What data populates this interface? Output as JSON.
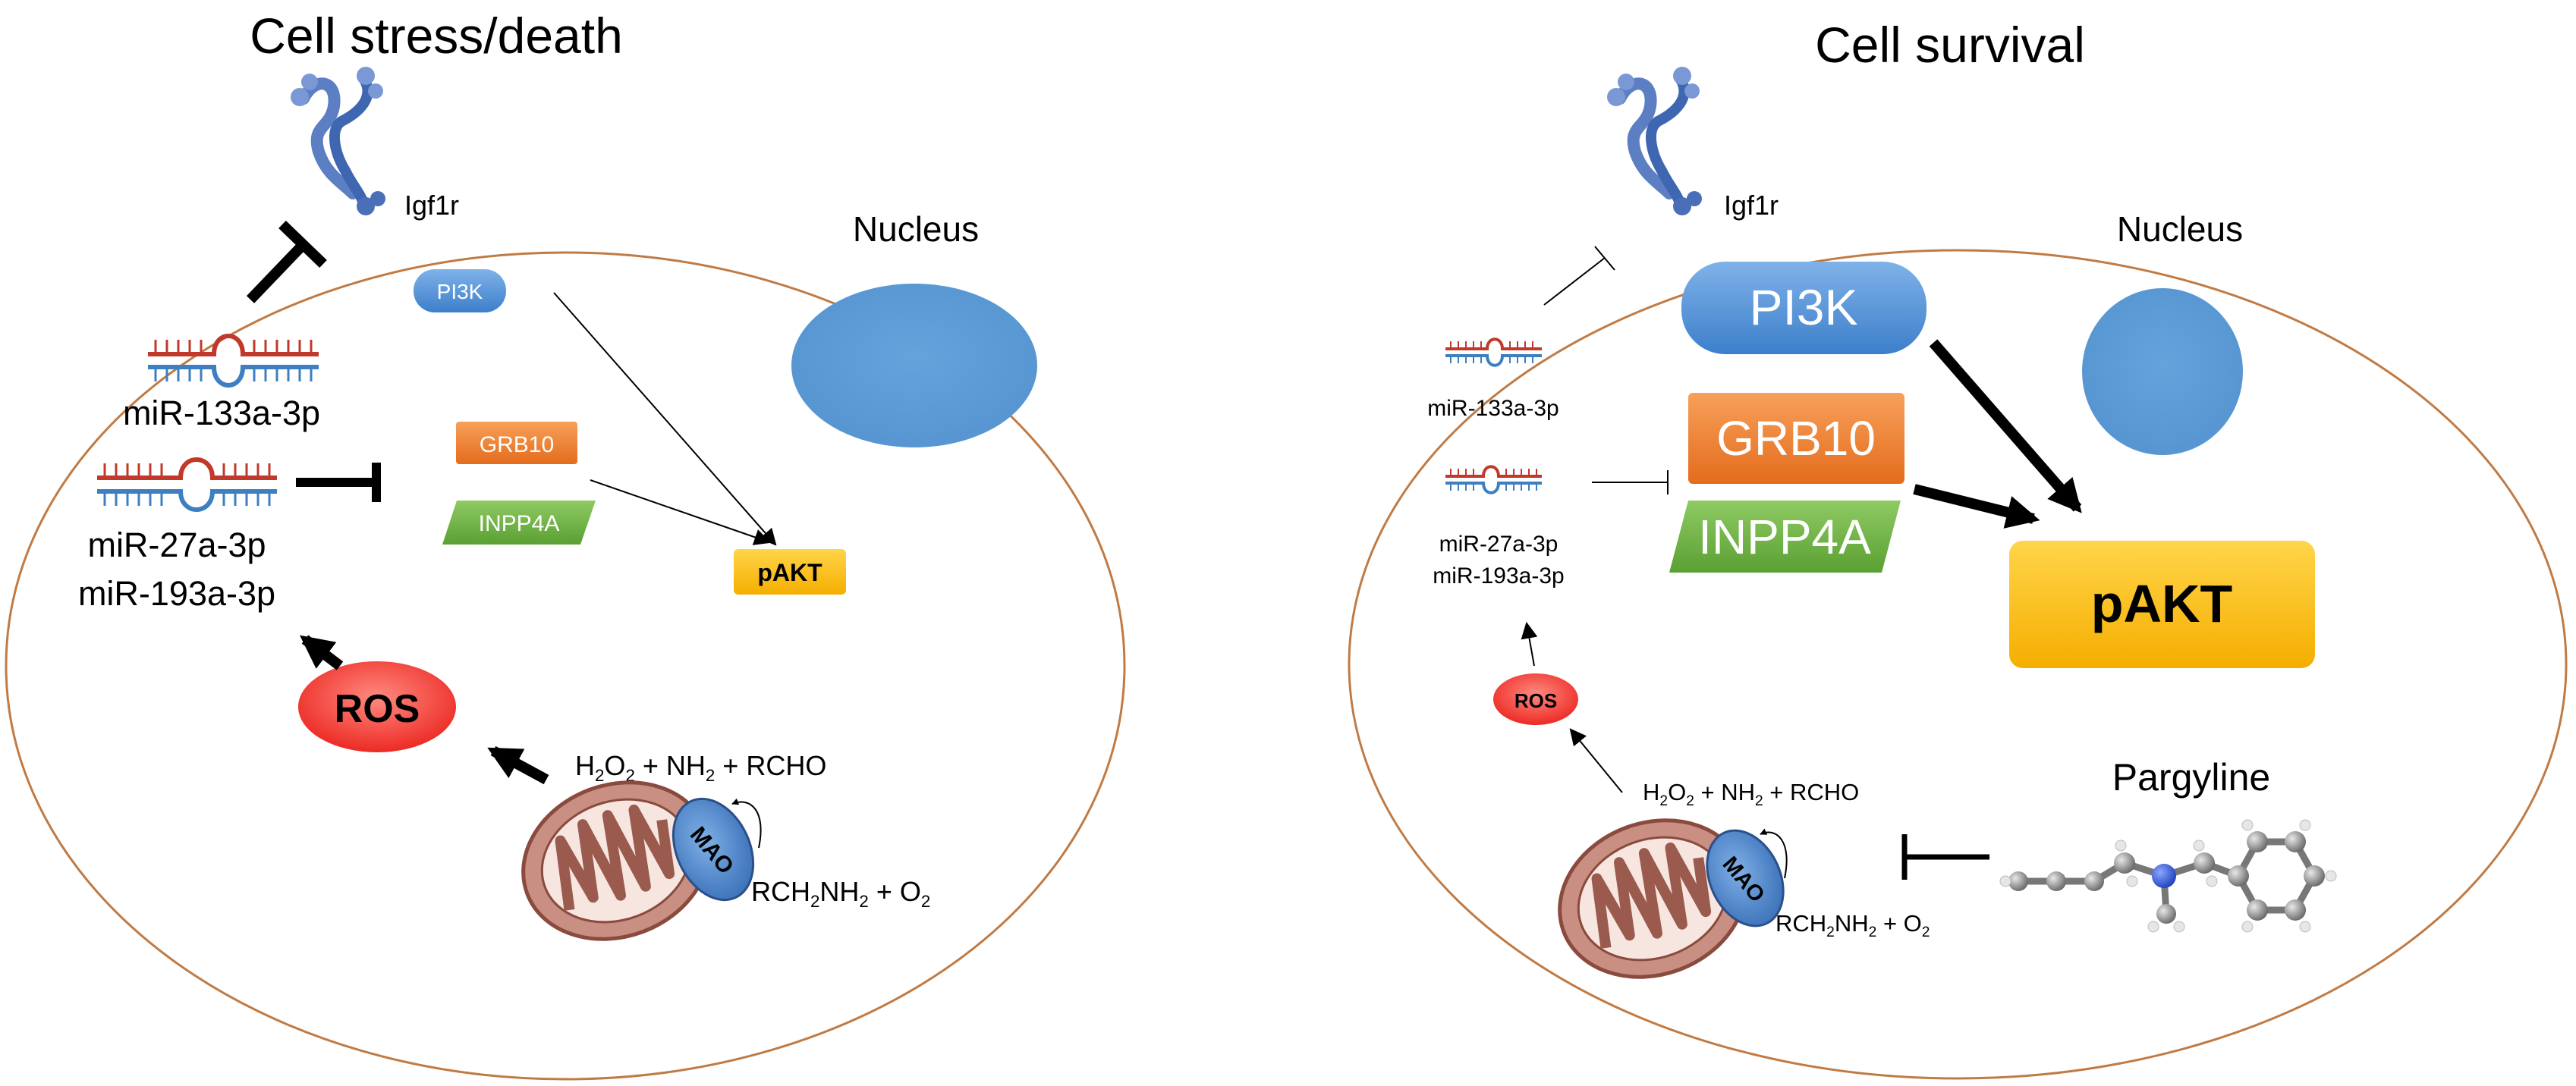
{
  "colors": {
    "cell_outline": "#c07b45",
    "nucleus": "#5b9bd5",
    "pi3k": "#4a8fd6",
    "grb10": "#ef7e2d",
    "inpp4a": "#6cb043",
    "pakt": "#ffc107",
    "ros": "#f0302c",
    "mao": "#4a80c4",
    "mito": "#c88f82",
    "receptor": "#5b7fc2",
    "mirna_red": "#c0392b",
    "mirna_blue": "#3d7fc1"
  },
  "icons": [
    "igf1r-receptor-icon",
    "mirna-duplex-icon",
    "mitochondrion-icon",
    "pargyline-molecule-icon"
  ],
  "left_panel": {
    "title": "Cell stress/death",
    "nucleus_label": "Nucleus",
    "receptor_label": "Igf1r",
    "pi3k": "PI3K",
    "grb10": "GRB10",
    "inpp4a": "INPP4A",
    "pakt": "pAKT",
    "mir_top": "miR-133a-3p",
    "mir_bottom_1": "miR-27a-3p",
    "mir_bottom_2": "miR-193a-3p",
    "ros": "ROS",
    "mao": "MAO",
    "products": {
      "h2o": "H",
      "h2o_sub": "2",
      "h2o_o": "O",
      "h2o_sub2": "2",
      "rest": " + NH",
      "nh_sub": "2",
      "end": " + RCHO"
    },
    "substrate": {
      "a": "RCH",
      "a_sub": "2",
      "b": "NH",
      "b_sub": "2",
      "c": " + O",
      "c_sub": "2"
    }
  },
  "right_panel": {
    "title": "Cell survival",
    "nucleus_label": "Nucleus",
    "receptor_label": "Igf1r",
    "pi3k": "PI3K",
    "grb10": "GRB10",
    "inpp4a": "INPP4A",
    "pakt": "pAKT",
    "mir_top": "miR-133a-3p",
    "mir_bottom_1": "miR-27a-3p",
    "mir_bottom_2": "miR-193a-3p",
    "ros": "ROS",
    "mao": "MAO",
    "inhibitor_label": "Pargyline",
    "products": {
      "h2o": "H",
      "h2o_sub": "2",
      "h2o_o": "O",
      "h2o_sub2": "2",
      "rest": " + NH",
      "nh_sub": "2",
      "end": " + RCHO"
    },
    "substrate": {
      "a": "RCH",
      "a_sub": "2",
      "b": "NH",
      "b_sub": "2",
      "c": " + O",
      "c_sub": "2"
    }
  }
}
